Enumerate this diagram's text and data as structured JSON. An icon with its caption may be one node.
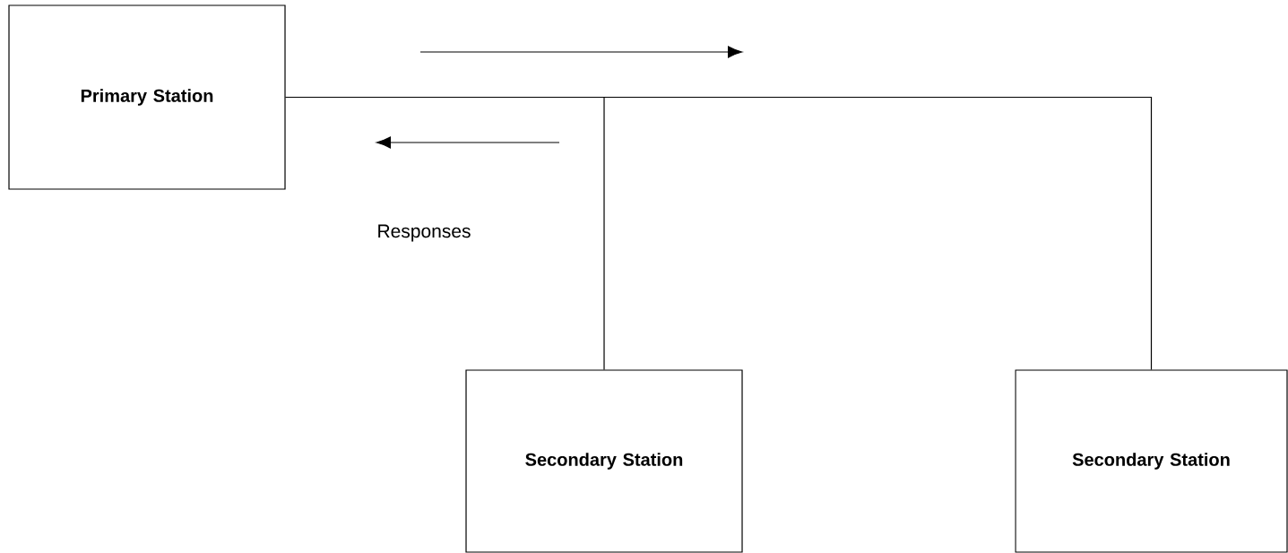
{
  "diagram": {
    "nodes": [
      {
        "text": [
          "Primary Station"
        ]
      },
      {
        "text": [
          "Secondary Station"
        ]
      },
      {
        "text": [
          "Secondary Station"
        ]
      }
    ],
    "edges": [
      {
        "from": 0,
        "to": 1,
        "arrow": "none"
      },
      {
        "from": 0,
        "to": 2,
        "arrow": "none"
      }
    ],
    "labels": [
      "Responses"
    ]
  }
}
